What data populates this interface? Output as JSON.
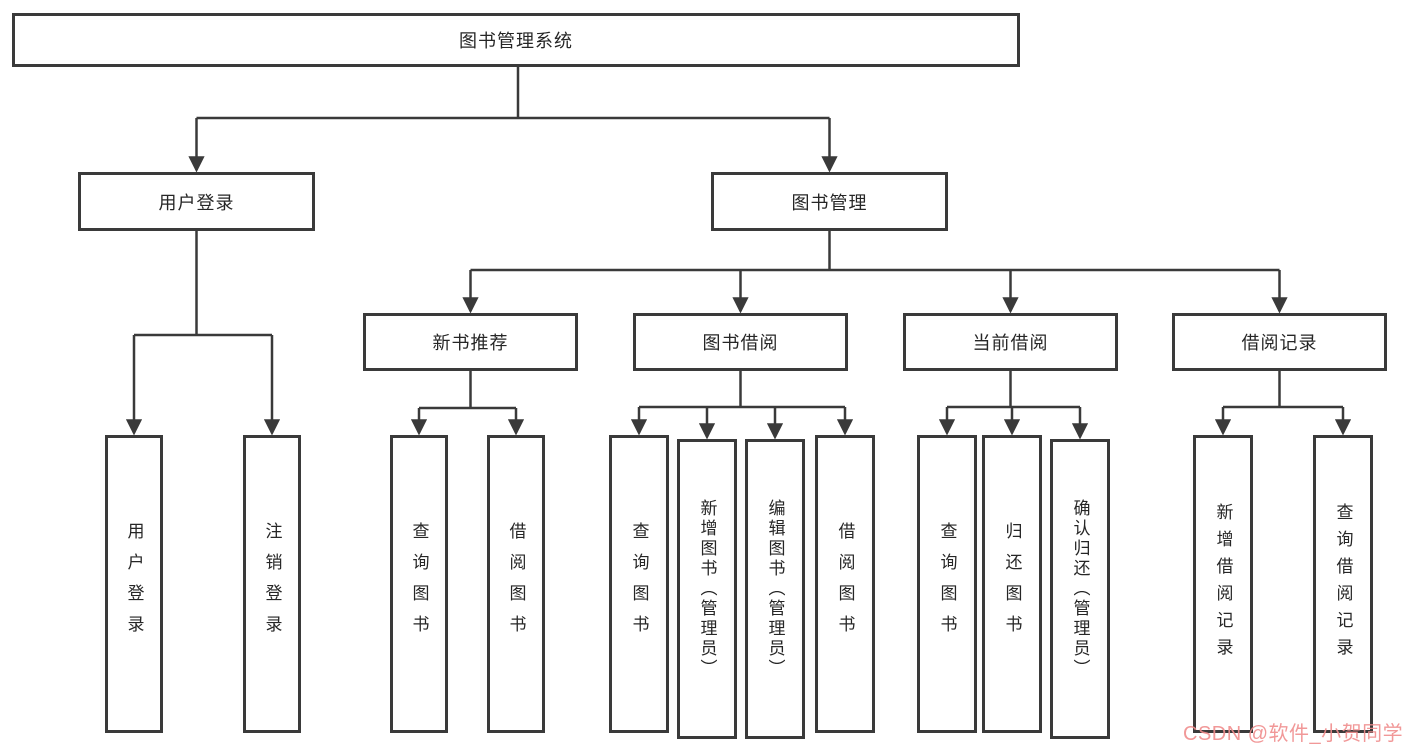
{
  "tree": {
    "root": "图书管理系统",
    "branches": [
      {
        "label": "用户登录",
        "children": [
          "用户登录",
          "注销登录"
        ]
      },
      {
        "label": "图书管理",
        "groups": [
          {
            "label": "新书推荐",
            "children": [
              "查询图书",
              "借阅图书"
            ]
          },
          {
            "label": "图书借阅",
            "children": [
              "查询图书",
              "新增图书（管理员）",
              "编辑图书（管理员）",
              "借阅图书"
            ]
          },
          {
            "label": "当前借阅",
            "children": [
              "查询图书",
              "归还图书",
              "确认归还（管理员）"
            ]
          },
          {
            "label": "借阅记录",
            "children": [
              "新增借阅记录",
              "查询借阅记录"
            ]
          }
        ]
      }
    ]
  },
  "watermark": {
    "text": "CSDN @软件_小贺同学",
    "color": "#f08d8d"
  },
  "colors": {
    "line": "#3a3a3a",
    "text": "#262626",
    "background": "#ffffff"
  }
}
